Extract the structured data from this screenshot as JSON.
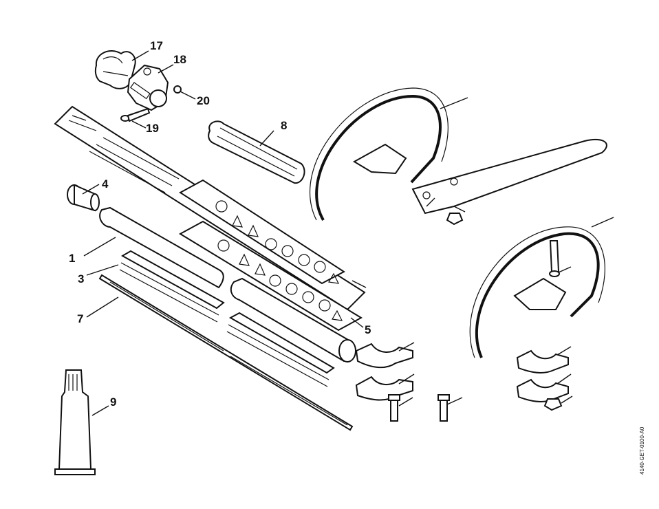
{
  "diagram": {
    "reference_code": "4140-GET-0100-A0",
    "callouts": [
      {
        "id": "17",
        "label": "17"
      },
      {
        "id": "18",
        "label": "18"
      },
      {
        "id": "20",
        "label": "20"
      },
      {
        "id": "19",
        "label": "19"
      },
      {
        "id": "8",
        "label": "8"
      },
      {
        "id": "4",
        "label": "4"
      },
      {
        "id": "1",
        "label": "1"
      },
      {
        "id": "3",
        "label": "3"
      },
      {
        "id": "7",
        "label": "7"
      },
      {
        "id": "5",
        "label": "5"
      },
      {
        "id": "9",
        "label": "9"
      }
    ]
  }
}
